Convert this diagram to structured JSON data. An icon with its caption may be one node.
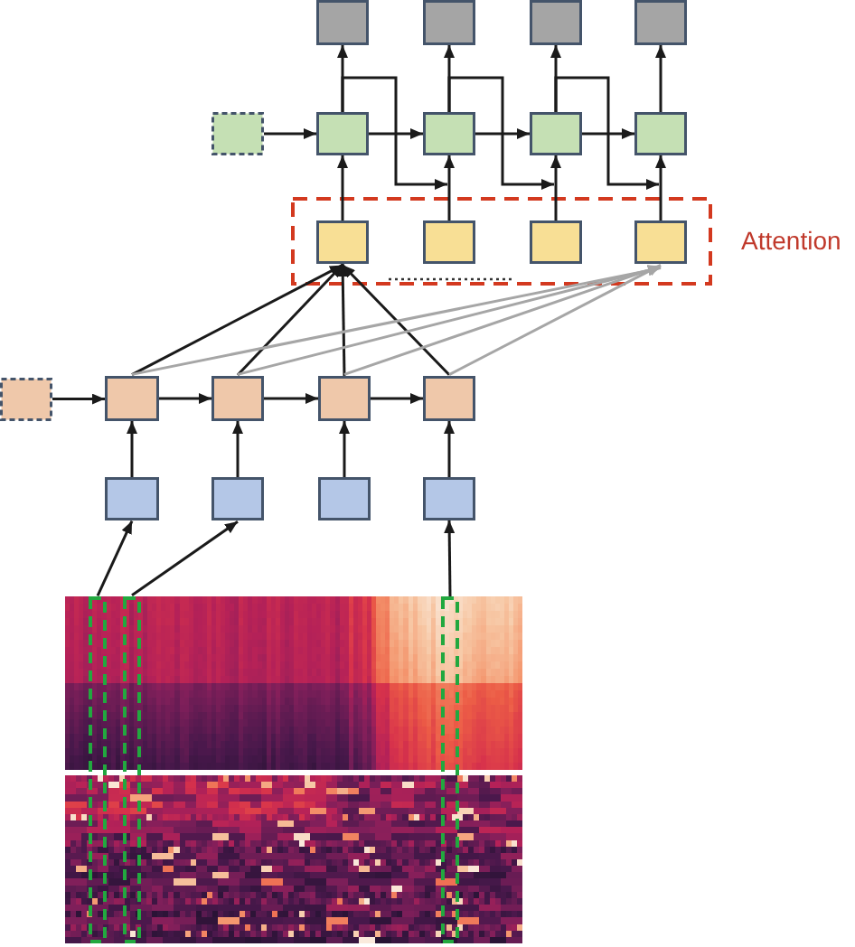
{
  "diagram": {
    "nodes": [
      {
        "text": [],
        "shape": "box"
      },
      {
        "text": [],
        "shape": "box"
      },
      {
        "text": [],
        "shape": "box"
      },
      {
        "text": [],
        "shape": "box"
      },
      {
        "text": [],
        "shape": "box"
      },
      {
        "text": [],
        "shape": "box"
      },
      {
        "text": [],
        "shape": "box"
      },
      {
        "text": [],
        "shape": "box"
      },
      {
        "text": [],
        "shape": "box"
      },
      {
        "text": [
          "Attention"
        ]
      },
      {
        "text": [],
        "shape": "box",
        "in": 9
      },
      {
        "text": [],
        "shape": "box",
        "in": 9
      },
      {
        "text": [],
        "shape": "box",
        "in": 9
      },
      {
        "text": [],
        "shape": "box",
        "in": 9
      },
      {
        "text": [],
        "shape": "box"
      },
      {
        "text": [],
        "shape": "box"
      },
      {
        "text": [],
        "shape": "box"
      },
      {
        "text": [],
        "shape": "box"
      },
      {
        "text": [],
        "shape": "box"
      },
      {
        "text": [],
        "shape": "box"
      },
      {
        "text": [],
        "shape": "box"
      },
      {
        "text": [],
        "shape": "box"
      },
      {
        "text": [],
        "shape": "box"
      },
      {
        "text": [],
        "shape": "picture"
      },
      {
        "text": [],
        "shape": "box",
        "in": 23
      },
      {
        "text": [],
        "shape": "box",
        "in": 23
      },
      {
        "text": [],
        "shape": "box",
        "in": 23
      }
    ],
    "edges": [
      {
        "from": 4,
        "to": 5,
        "arrow": "to"
      },
      {
        "from": 5,
        "to": 6,
        "arrow": "to"
      },
      {
        "from": 6,
        "to": 7,
        "arrow": "to"
      },
      {
        "from": 7,
        "to": 8,
        "arrow": "to"
      },
      {
        "from": 5,
        "to": 0,
        "arrow": "to"
      },
      {
        "from": 6,
        "to": 1,
        "arrow": "to"
      },
      {
        "from": 7,
        "to": 2,
        "arrow": "to"
      },
      {
        "from": 8,
        "to": 3,
        "arrow": "to"
      },
      {
        "from": 10,
        "to": 5,
        "arrow": "to"
      },
      {
        "from": 11,
        "to": 6,
        "arrow": "to"
      },
      {
        "from": 12,
        "to": 7,
        "arrow": "to"
      },
      {
        "from": 13,
        "to": 8,
        "arrow": "to"
      },
      {
        "from": 5,
        "to": 6,
        "arrow": "to"
      },
      {
        "from": 6,
        "to": 7,
        "arrow": "to"
      },
      {
        "from": 7,
        "to": 8,
        "arrow": "to"
      },
      {
        "from": 15,
        "to": 10,
        "arrow": "to"
      },
      {
        "from": 16,
        "to": 10,
        "arrow": "to"
      },
      {
        "from": 17,
        "to": 10,
        "arrow": "to"
      },
      {
        "from": 18,
        "to": 10,
        "arrow": "to"
      },
      {
        "from": 15,
        "to": 13,
        "arrow": "to",
        "color": "#a6a6a6"
      },
      {
        "from": 16,
        "to": 13,
        "arrow": "to",
        "color": "#a6a6a6"
      },
      {
        "from": 17,
        "to": 13,
        "arrow": "to",
        "color": "#a6a6a6"
      },
      {
        "from": 18,
        "to": 13,
        "arrow": "to",
        "color": "#a6a6a6"
      },
      {
        "from": 14,
        "to": 15,
        "arrow": "to"
      },
      {
        "from": 15,
        "to": 16,
        "arrow": "to"
      },
      {
        "from": 16,
        "to": 17,
        "arrow": "to"
      },
      {
        "from": 17,
        "to": 18,
        "arrow": "to"
      },
      {
        "from": 19,
        "to": 15,
        "arrow": "to"
      },
      {
        "from": 20,
        "to": 16,
        "arrow": "to"
      },
      {
        "from": 21,
        "to": 17,
        "arrow": "to"
      },
      {
        "from": 22,
        "to": 18,
        "arrow": "to"
      },
      {
        "from": 24,
        "to": 19,
        "arrow": "to"
      },
      {
        "from": 25,
        "to": 20,
        "arrow": "to"
      },
      {
        "from": 26,
        "to": 22,
        "arrow": "to"
      }
    ]
  }
}
